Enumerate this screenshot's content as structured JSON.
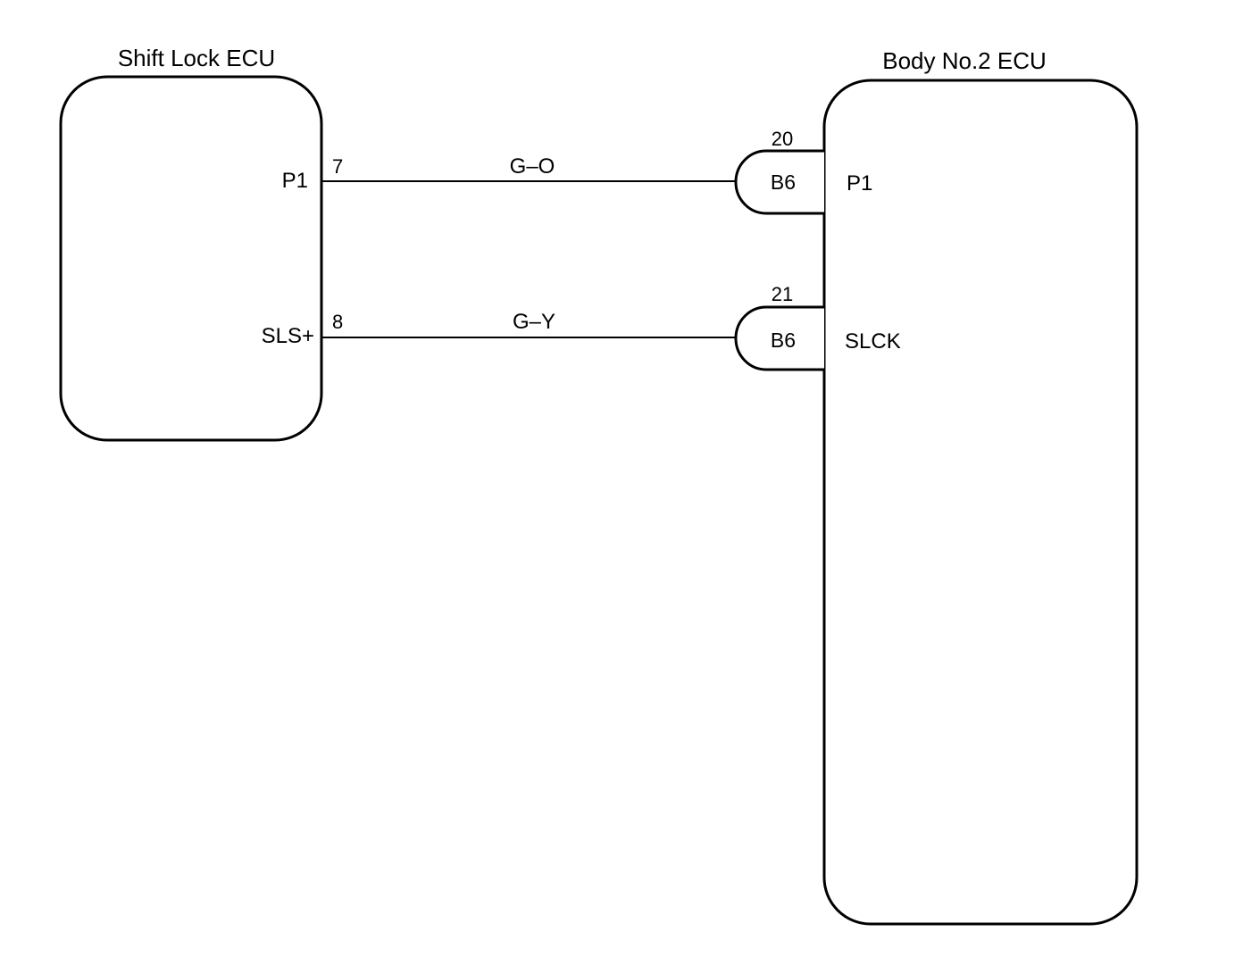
{
  "left_ecu": {
    "title": "Shift Lock ECU",
    "pins": [
      {
        "label": "P1",
        "number": "7"
      },
      {
        "label": "SLS+",
        "number": "8"
      }
    ]
  },
  "right_ecu": {
    "title": "Body No.2 ECU",
    "pins": [
      {
        "label": "P1"
      },
      {
        "label": "SLCK"
      }
    ]
  },
  "wires": [
    {
      "color_code": "G–O"
    },
    {
      "color_code": "G–Y"
    }
  ],
  "connectors": [
    {
      "name": "B6",
      "pin_number": "20"
    },
    {
      "name": "B6",
      "pin_number": "21"
    }
  ]
}
